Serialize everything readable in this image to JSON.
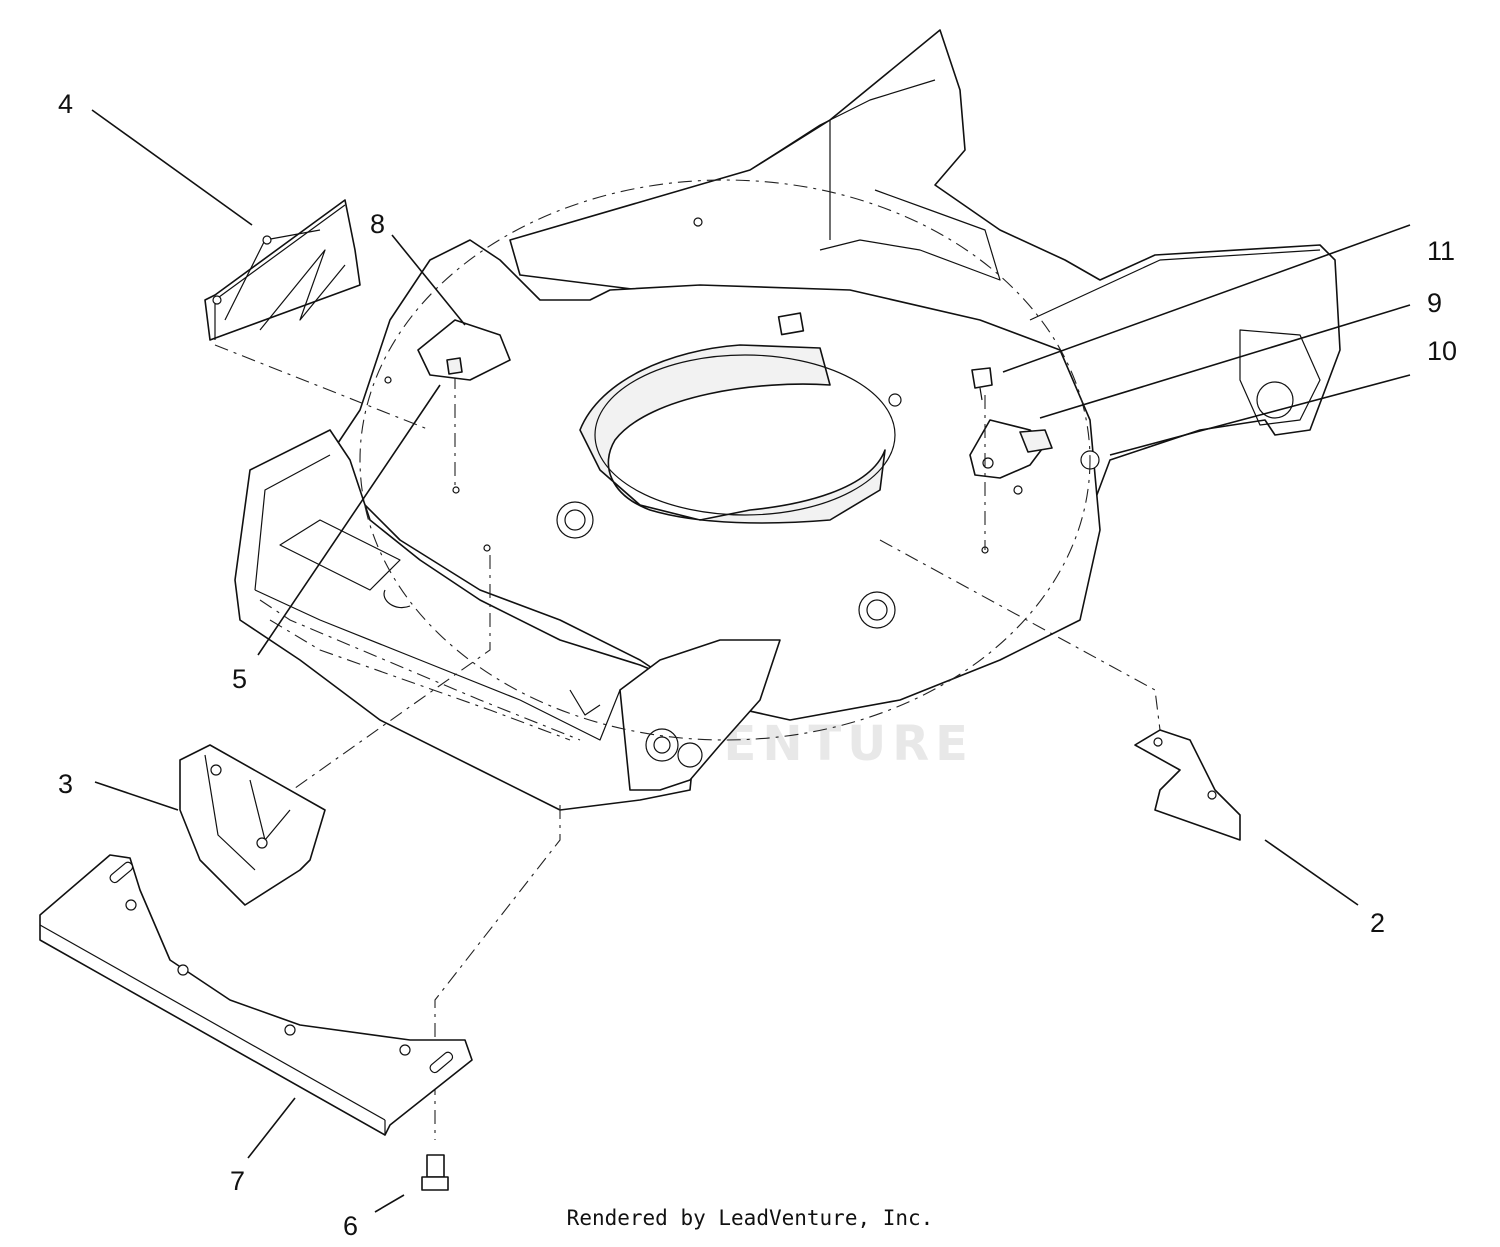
{
  "callouts": [
    {
      "id": "2",
      "label": "2"
    },
    {
      "id": "3",
      "label": "3"
    },
    {
      "id": "4",
      "label": "4"
    },
    {
      "id": "5",
      "label": "5"
    },
    {
      "id": "6",
      "label": "6"
    },
    {
      "id": "7",
      "label": "7"
    },
    {
      "id": "8",
      "label": "8"
    },
    {
      "id": "9",
      "label": "9"
    },
    {
      "id": "10",
      "label": "10"
    },
    {
      "id": "11",
      "label": "11"
    }
  ],
  "watermark": "LEADVENTURE",
  "credit": "Rendered by LeadVenture, Inc."
}
